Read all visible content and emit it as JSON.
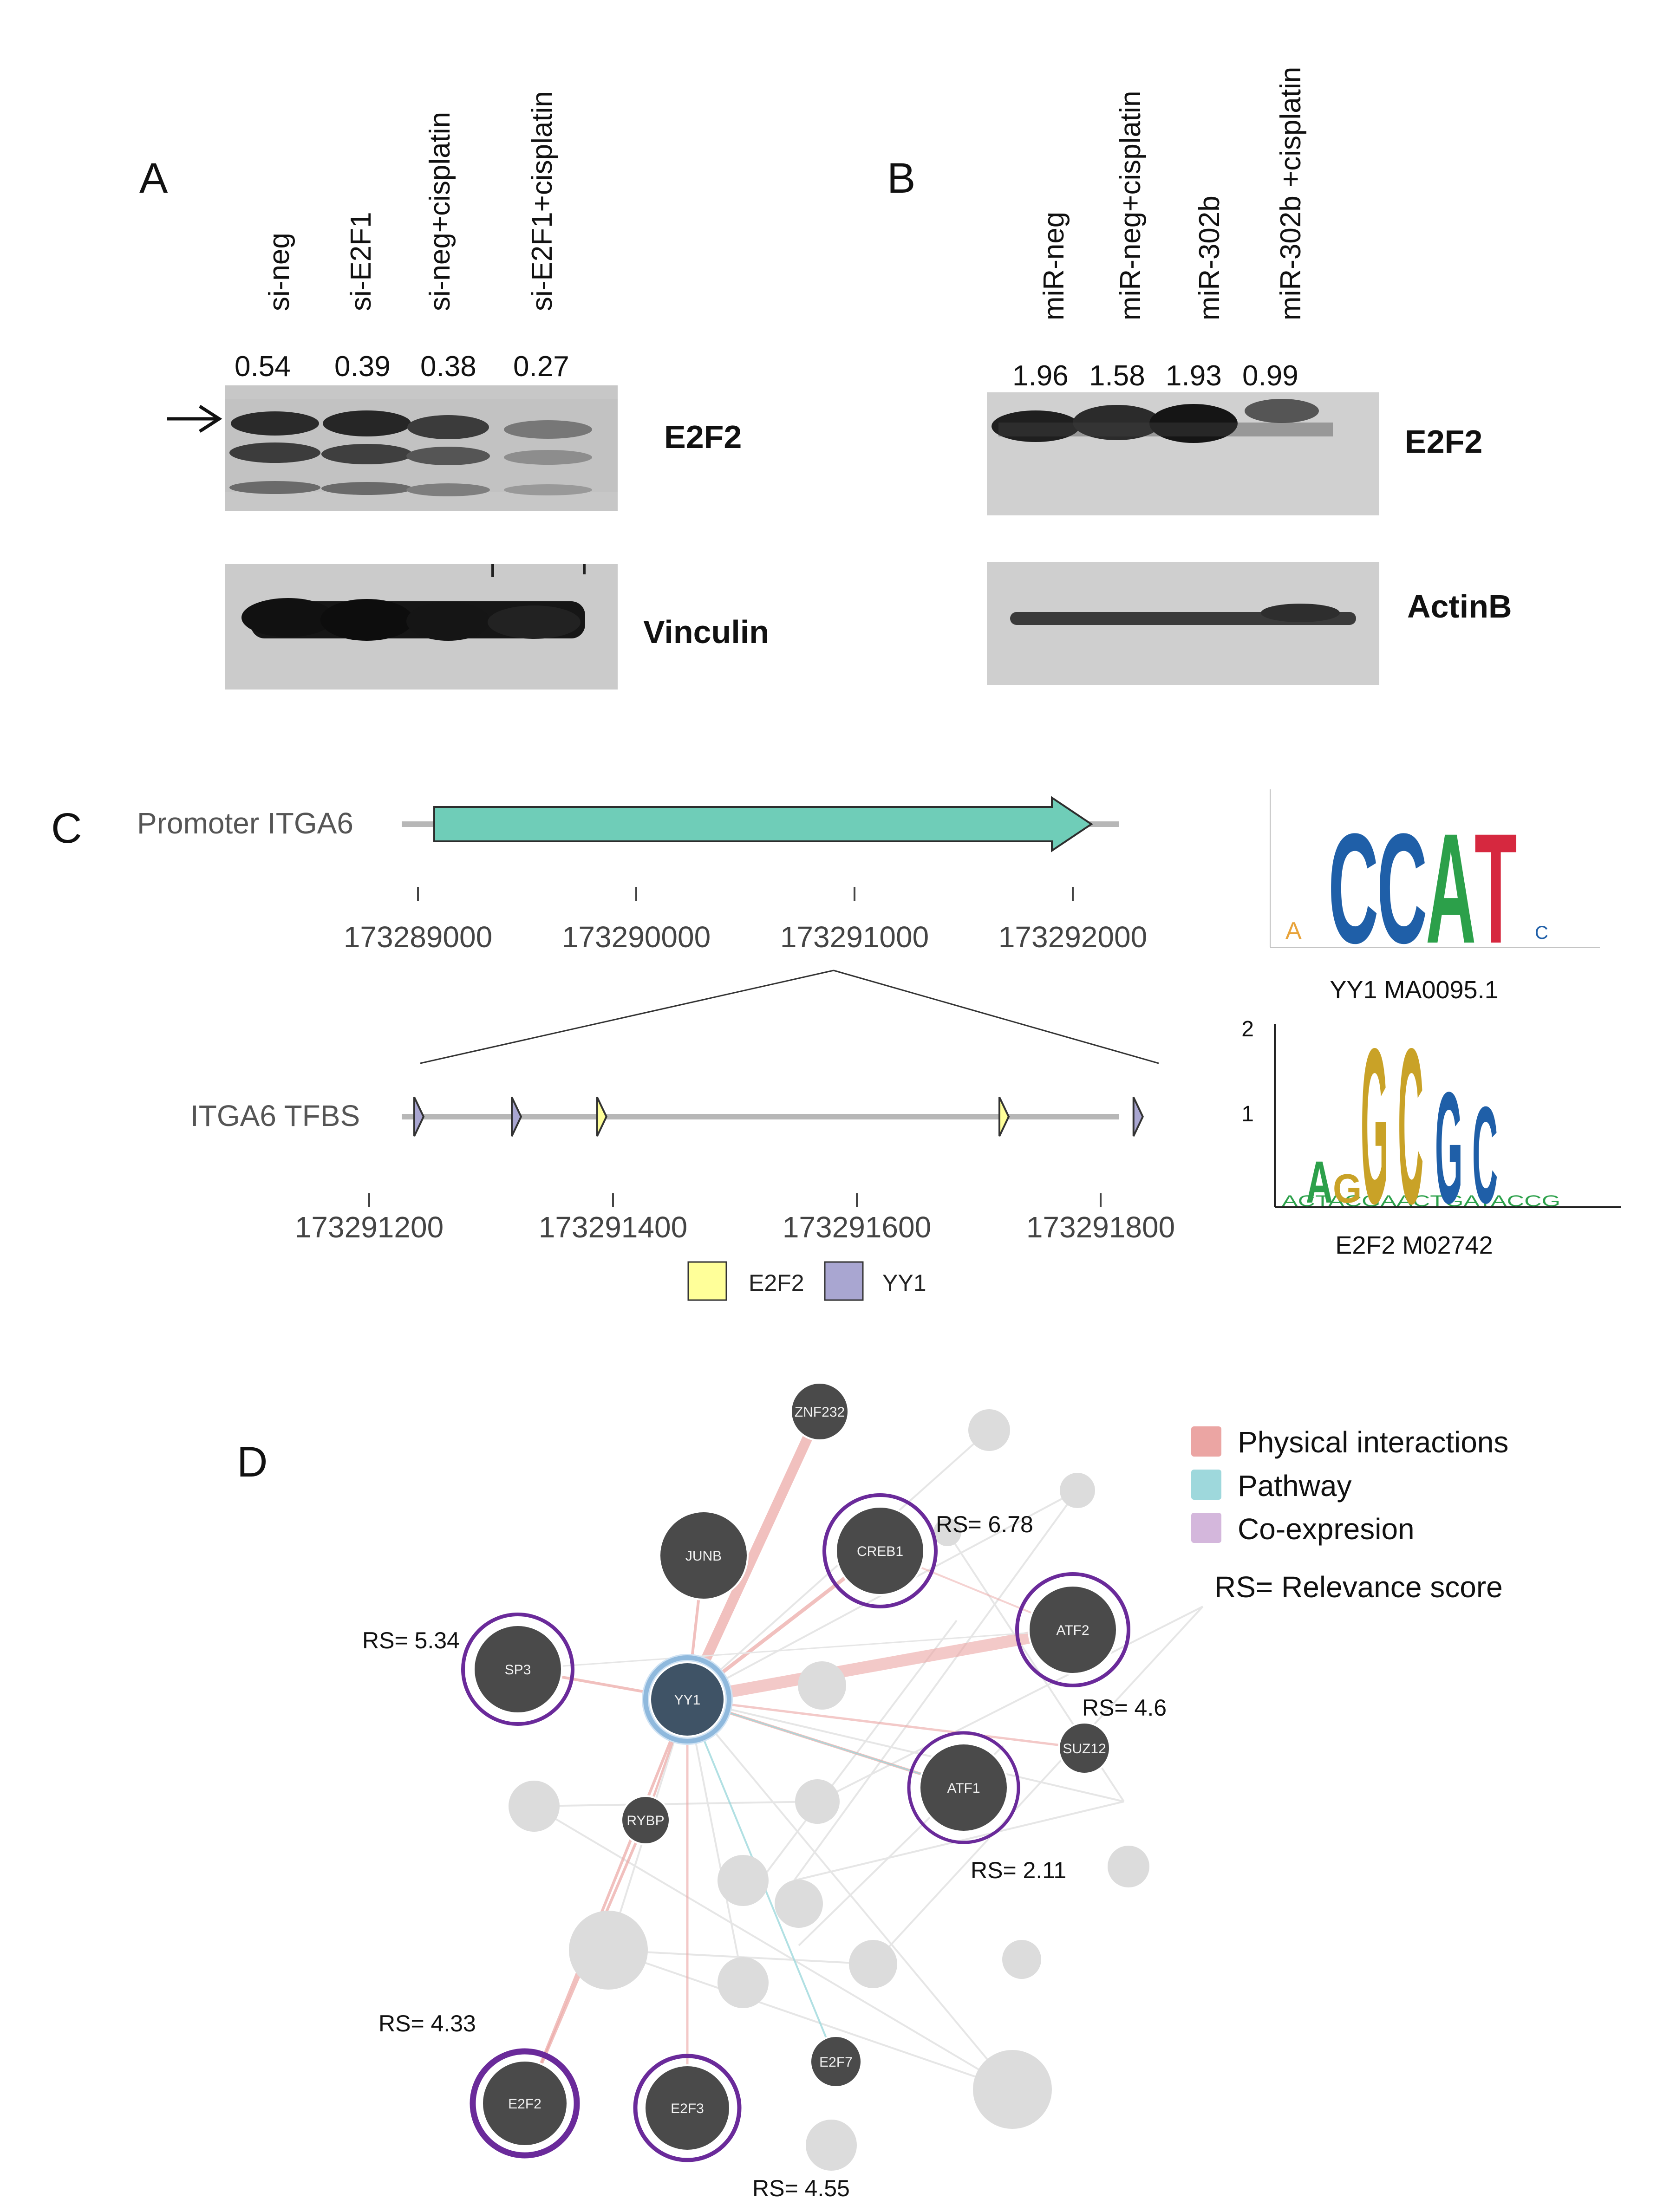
{
  "panel_labels": {
    "a": "A",
    "b": "B",
    "c": "C",
    "d": "D"
  },
  "panel_a": {
    "lanes": [
      "si-neg",
      "si-E2F1",
      "si-neg+cisplatin",
      "si-E2F1+cisplatin"
    ],
    "quant": [
      "0.54",
      "0.39",
      "0.38",
      "0.27"
    ],
    "blot_top_label": "E2F2",
    "blot_bottom_label": "Vinculin"
  },
  "panel_b": {
    "lanes": [
      "miR-neg",
      "miR-neg+cisplatin",
      "miR-302b",
      "miR-302b +cisplatin"
    ],
    "quant": [
      "1.96",
      "1.58",
      "1.93",
      "0.99"
    ],
    "blot_top_label": "E2F2",
    "blot_bottom_label": "ActinB"
  },
  "panel_c": {
    "promoter_label": "Promoter ITGA6",
    "promoter_ticks": [
      "173289000",
      "173290000",
      "173291000",
      "173292000"
    ],
    "tfbs_label": "ITGA6 TFBS",
    "tfbs_ticks": [
      "173291200",
      "173291400",
      "173291600",
      "173291800"
    ],
    "legend": [
      {
        "label": "E2F2",
        "color": "#ffff99"
      },
      {
        "label": "YY1",
        "color": "#a9a6d1"
      }
    ],
    "tfbs_sites": [
      {
        "position": 173291240,
        "tf": "YY1"
      },
      {
        "position": 173291320,
        "tf": "YY1"
      },
      {
        "position": 173291390,
        "tf": "E2F2"
      },
      {
        "position": 173291720,
        "tf": "E2F2"
      },
      {
        "position": 173291830,
        "tf": "YY1"
      }
    ],
    "logo_yy1": {
      "caption": "YY1 MA0095.1",
      "letters": [
        "C",
        "C",
        "A",
        "T"
      ]
    },
    "logo_e2f2": {
      "caption": "E2F2 M02742",
      "yaxis": [
        "2",
        "1"
      ],
      "letters": [
        "A",
        "G",
        "G",
        "C",
        "G",
        "C"
      ]
    },
    "colors": {
      "promoter": "#6fcdb8",
      "track": "#b7b7b7"
    }
  },
  "panel_d": {
    "legend": [
      {
        "label": "Physical interactions",
        "color": "#eba5a3"
      },
      {
        "label": "Pathway",
        "color": "#9ed8dc"
      },
      {
        "label": "Co-expresion",
        "color": "#d4b7dc"
      }
    ],
    "rs_note": "RS= Relevance score",
    "nodes": [
      {
        "id": "YY1",
        "label": "YY1",
        "center": true
      },
      {
        "id": "ZNF232",
        "label": "ZNF232"
      },
      {
        "id": "JUNB",
        "label": "JUNB"
      },
      {
        "id": "CREB1",
        "label": "CREB1",
        "rs": "RS= 6.78"
      },
      {
        "id": "ATF2",
        "label": "ATF2",
        "rs": "RS= 4.6"
      },
      {
        "id": "SP3",
        "label": "SP3",
        "rs": "RS= 5.34"
      },
      {
        "id": "SUZ12",
        "label": "SUZ12"
      },
      {
        "id": "ATF1",
        "label": "ATF1",
        "rs": "RS= 2.11"
      },
      {
        "id": "RYBP",
        "label": "RYBP"
      },
      {
        "id": "E2F2",
        "label": "E2F2",
        "rs": "RS= 4.33"
      },
      {
        "id": "E2F3",
        "label": "E2F3",
        "rs": "RS= 4.55"
      },
      {
        "id": "E2F7",
        "label": "E2F7"
      }
    ],
    "colors": {
      "node": "#4a4a4a",
      "ghost": "#dcdcdc",
      "ring": "#6a2a9a",
      "center_ring": "#8fb9dd"
    }
  }
}
